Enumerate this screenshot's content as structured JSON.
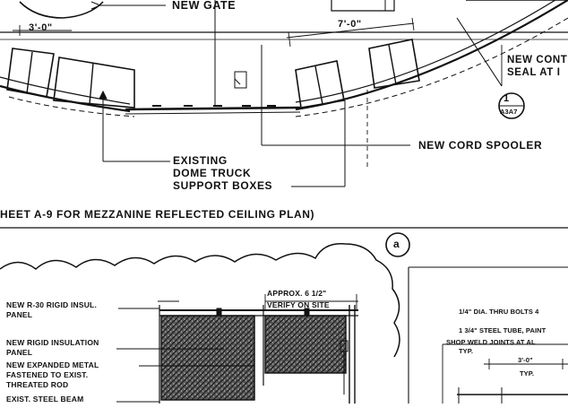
{
  "upper_plan": {
    "gate_label": "NEW GATE",
    "dim_left": "3'-0\"",
    "dim_right": "7'-0\"",
    "new_cont_line1": "NEW CONT",
    "new_cont_line2": "SEAL AT I",
    "cord_spooler": "NEW CORD SPOOLER",
    "existing_line1": "EXISTING",
    "existing_line2": "DOME TRUCK",
    "existing_line3": "SUPPORT BOXES",
    "section_number": "1",
    "section_sheet": "A3A7",
    "note": "HEET A-9 FOR MEZZANINE REFLECTED CEILING PLAN)"
  },
  "detail": {
    "marker": "a",
    "insul_line1": "NEW R-30 RIGID INSUL.",
    "insul_line2": "PANEL",
    "rigid_line1": "NEW RIGID INSULATION",
    "rigid_line2": "PANEL",
    "metal_line1": "NEW EXPANDED METAL",
    "metal_line2": "FASTENED TO EXIST.",
    "metal_line3": "THREATED ROD",
    "beam": "EXIST. STEEL BEAM",
    "approx_line1": "APPROX. 6 1/2\"",
    "approx_line2": "VERIFY ON SITE",
    "bolts": "1/4\" DIA. THRU BOLTS 4",
    "tube": "1 3/4\" STEEL TUBE, PAINT",
    "weld_line1": "SHOP WELD JOINTS AT AL",
    "weld_line2": "TYP.",
    "dim_3ft": "3'-0\"",
    "typ": "TYP."
  }
}
